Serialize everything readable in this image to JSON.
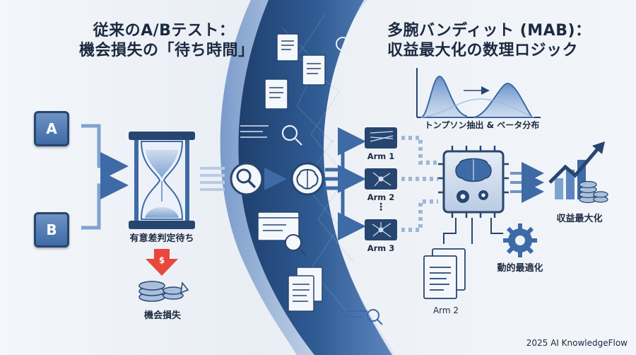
{
  "left": {
    "title_line1": "従来のA/Bテスト：",
    "title_line2": "機会損失の「待ち時間」",
    "variant_a": "A",
    "variant_b": "B",
    "hourglass_label": "有意差判定待ち",
    "loss_label": "機会損失"
  },
  "right": {
    "title_line1": "多腕バンディット (MAB)：",
    "title_line2": "収益最大化の数理ロジック",
    "distribution_label": "トンプソン抽出 & ベータ分布",
    "arms": [
      "Arm 1",
      "Arm 2",
      "Arm 3"
    ],
    "ellipsis": "⋮",
    "revenue_label": "収益最大化",
    "dynamic_label": "動的最適化",
    "doc_arm_label": "Arm 2"
  },
  "footer": {
    "credit": "2025 AI KnowledgeFlow"
  },
  "colors": {
    "navy": "#27466f",
    "mid_blue": "#3e6aa6",
    "light_blue": "#7fa3d1",
    "red": "#e8473b"
  },
  "icons": [
    "hourglass-icon",
    "search-icon",
    "brain-icon",
    "gear-icon",
    "coin-stack-icon",
    "document-icon",
    "chip-icon",
    "trend-arrow-icon",
    "network-node-icon"
  ]
}
